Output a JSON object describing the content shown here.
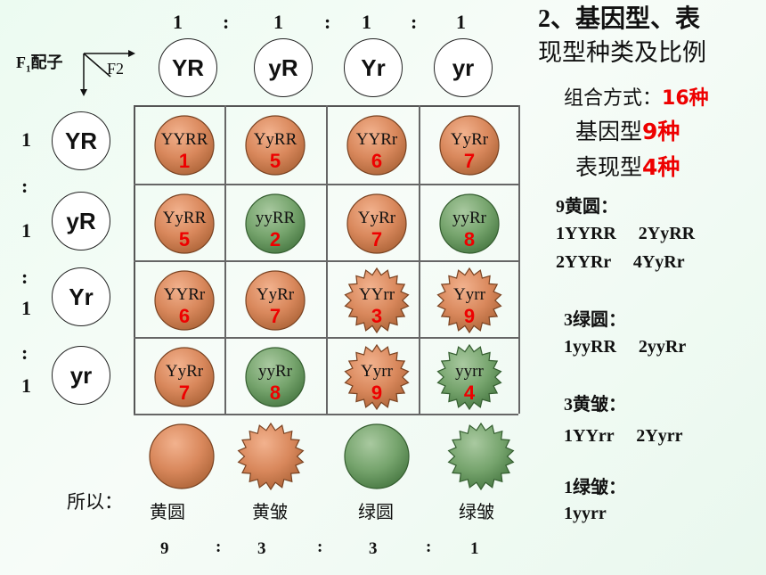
{
  "top_ratio": [
    "1",
    ":",
    "1",
    ":",
    "1",
    ":",
    "1"
  ],
  "header": {
    "f1": "F",
    "f1_sub": "1",
    "f1_text": "配子",
    "f2": "F2"
  },
  "gametes_top": [
    "YR",
    "yR",
    "Yr",
    "yr"
  ],
  "gametes_left": [
    "YR",
    "yR",
    "Yr",
    "yr"
  ],
  "left_ratio": [
    "1",
    ":",
    "1",
    ":",
    "1",
    ":",
    "1"
  ],
  "grid": [
    [
      {
        "g": "YYRR",
        "n": "1",
        "t": "yellow-round"
      },
      {
        "g": "YyRR",
        "n": "5",
        "t": "yellow-round"
      },
      {
        "g": "YYRr",
        "n": "6",
        "t": "yellow-round"
      },
      {
        "g": "YyRr",
        "n": "7",
        "t": "yellow-round"
      }
    ],
    [
      {
        "g": "YyRR",
        "n": "5",
        "t": "yellow-round"
      },
      {
        "g": "yyRR",
        "n": "2",
        "t": "green-round"
      },
      {
        "g": "YyRr",
        "n": "7",
        "t": "yellow-round"
      },
      {
        "g": "yyRr",
        "n": "8",
        "t": "green-round"
      }
    ],
    [
      {
        "g": "YYRr",
        "n": "6",
        "t": "yellow-round"
      },
      {
        "g": "YyRr",
        "n": "7",
        "t": "yellow-round"
      },
      {
        "g": "YYrr",
        "n": "3",
        "t": "yellow-wrinkled"
      },
      {
        "g": "Yyrr",
        "n": "9",
        "t": "yellow-wrinkled"
      }
    ],
    [
      {
        "g": "YyRr",
        "n": "7",
        "t": "yellow-round"
      },
      {
        "g": "yyRr",
        "n": "8",
        "t": "green-round"
      },
      {
        "g": "Yyrr",
        "n": "9",
        "t": "yellow-wrinkled"
      },
      {
        "g": "yyrr",
        "n": "4",
        "t": "green-wrinkled"
      }
    ]
  ],
  "bottom": {
    "so_label": "所以：",
    "phenotypes": [
      "黄圆",
      "黄皱",
      "绿圆",
      "绿皱"
    ],
    "ratio": [
      "9",
      ":",
      "3",
      ":",
      "3",
      ":",
      "1"
    ]
  },
  "right": {
    "title_line1": "2、基因型、表",
    "title_line2": "现型种类及比例",
    "combo_label": "组合方式：",
    "combo_value": "16种",
    "genotype_label": "基因型",
    "genotype_value": "9种",
    "phenotype_label": "表现型",
    "phenotype_value": "4种",
    "groups": [
      {
        "head": "9黄圆：",
        "lines": [
          "1YYRR　 2YyRR",
          "2YYRr　 4YyRr"
        ]
      },
      {
        "head": "3绿圆：",
        "lines": [
          "1yyRR　 2yyRr"
        ]
      },
      {
        "head": "3黄皱：",
        "lines": [
          "1YYrr　 2Yyrr"
        ]
      },
      {
        "head": "1绿皱：",
        "lines": [
          "1yyrr"
        ]
      }
    ]
  },
  "colors": {
    "yellow": "#d88a5e",
    "green": "#6e9d68",
    "red_text": "#e00000"
  }
}
